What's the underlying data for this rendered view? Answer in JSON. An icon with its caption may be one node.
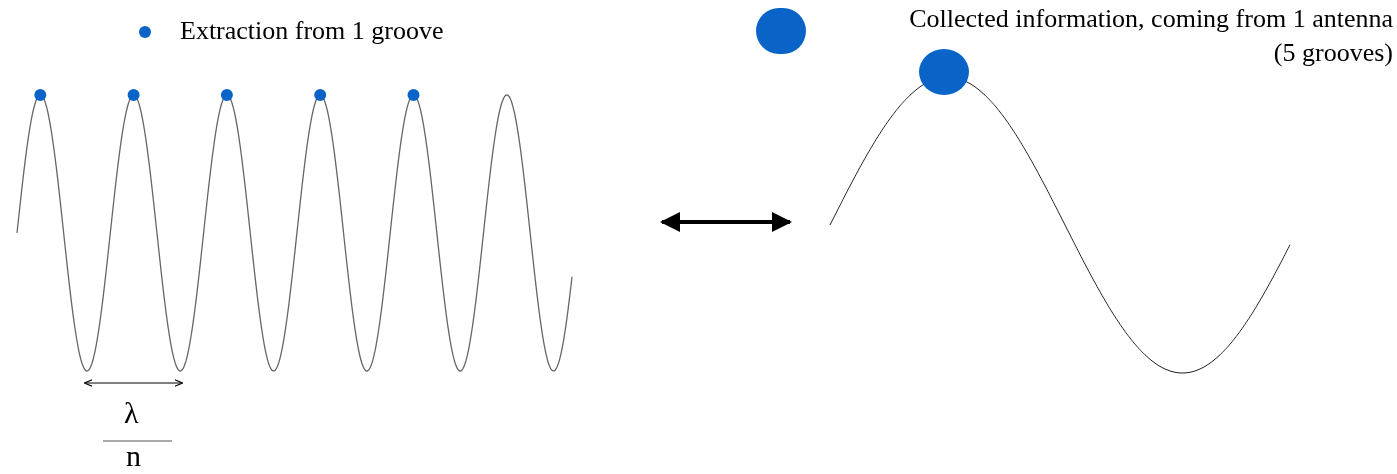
{
  "diagram": {
    "nodes": [
      {
        "text": [],
        "shape": "wave"
      },
      {
        "text": [],
        "shape": "wave"
      }
    ],
    "edges": [
      {
        "from": 0,
        "to": 1,
        "arrow": "both"
      }
    ],
    "labels": [
      "λ",
      "n"
    ],
    "legend": [
      {
        "text": "Extraction from 1 groove",
        "color": "#0a64c8"
      },
      {
        "text": "Collected information, coming from 1 antenna (5 grooves)",
        "color": "#0a64c8"
      }
    ]
  }
}
